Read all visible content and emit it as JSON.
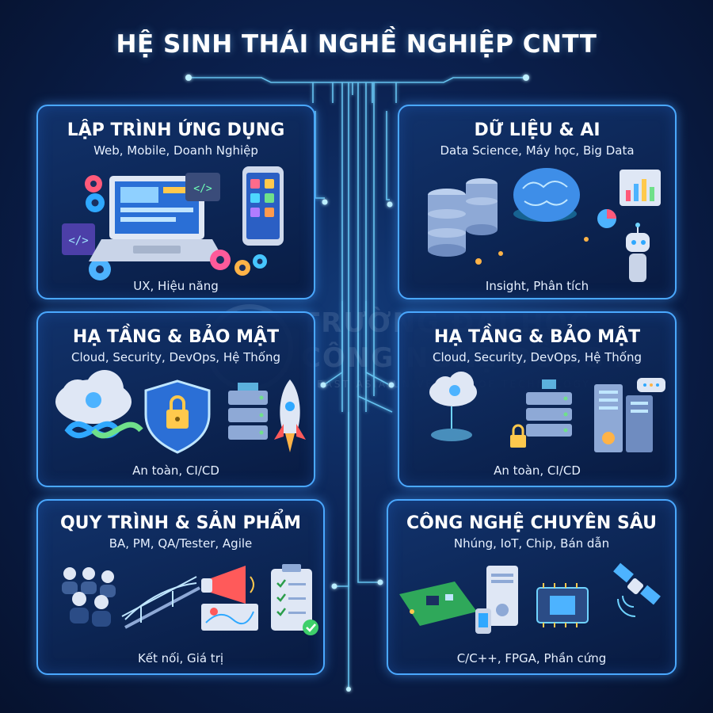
{
  "title": "HỆ SINH THÁI NGHỀ NGHIỆP CNTT",
  "colors": {
    "accent": "#4aa8ff",
    "background": "#0b2150",
    "glow": "#6fd3ff"
  },
  "cards": [
    {
      "id": "app-dev",
      "title": "LẬP TRÌNH ỨNG DỤNG",
      "subtitle": "Web, Mobile, Doanh Nghiệp",
      "footer": "UX, Hiệu năng",
      "icons": [
        "laptop-icon",
        "smartphone-icon",
        "gear-icon",
        "code-tag-icon"
      ]
    },
    {
      "id": "data-ai",
      "title": "DỮ LIỆU & AI",
      "subtitle": "Data Science, Máy học, Big Data",
      "footer": "Insight, Phân tích",
      "icons": [
        "database-icon",
        "brain-icon",
        "chart-icon",
        "robot-icon"
      ]
    },
    {
      "id": "infra-sec-left",
      "title": "HẠ TẦNG & BẢO MẬT",
      "subtitle": "Cloud, Security, DevOps, Hệ Thống",
      "footer": "An toàn, CI/CD",
      "icons": [
        "cloud-infinity-icon",
        "shield-lock-icon",
        "server-icon",
        "rocket-icon"
      ]
    },
    {
      "id": "infra-sec-right",
      "title": "HẠ TẦNG & BẢO MẬT",
      "subtitle": "Cloud, Security, DevOps, Hệ Thống",
      "footer": "An toàn, CI/CD",
      "icons": [
        "cloud-gear-icon",
        "server-rack-icon",
        "padlock-icon",
        "data-center-icon"
      ]
    },
    {
      "id": "process-product",
      "title": "QUY TRÌNH & SẢN PHẨM",
      "subtitle": "BA, PM, QA/Tester, Agile",
      "footer": "Kết nối, Giá trị",
      "icons": [
        "team-icon",
        "bridge-icon",
        "megaphone-icon",
        "checklist-icon"
      ]
    },
    {
      "id": "deep-tech",
      "title": "CÔNG NGHỆ CHUYÊN SÂU",
      "subtitle": "Nhúng, IoT, Chip, Bán dẫn",
      "footer": "C/C++, FPGA, Phần cứng",
      "icons": [
        "circuit-board-icon",
        "device-tower-icon",
        "chip-icon",
        "satellite-icon"
      ]
    }
  ],
  "watermark": {
    "line1": "TRƯỜNG ĐẠI HỌC",
    "line2": "CÔNG NGHỆ ĐÔNG Á",
    "line3": "EAST ASIA UNIVERSITY OF TECHNOLOGY"
  }
}
